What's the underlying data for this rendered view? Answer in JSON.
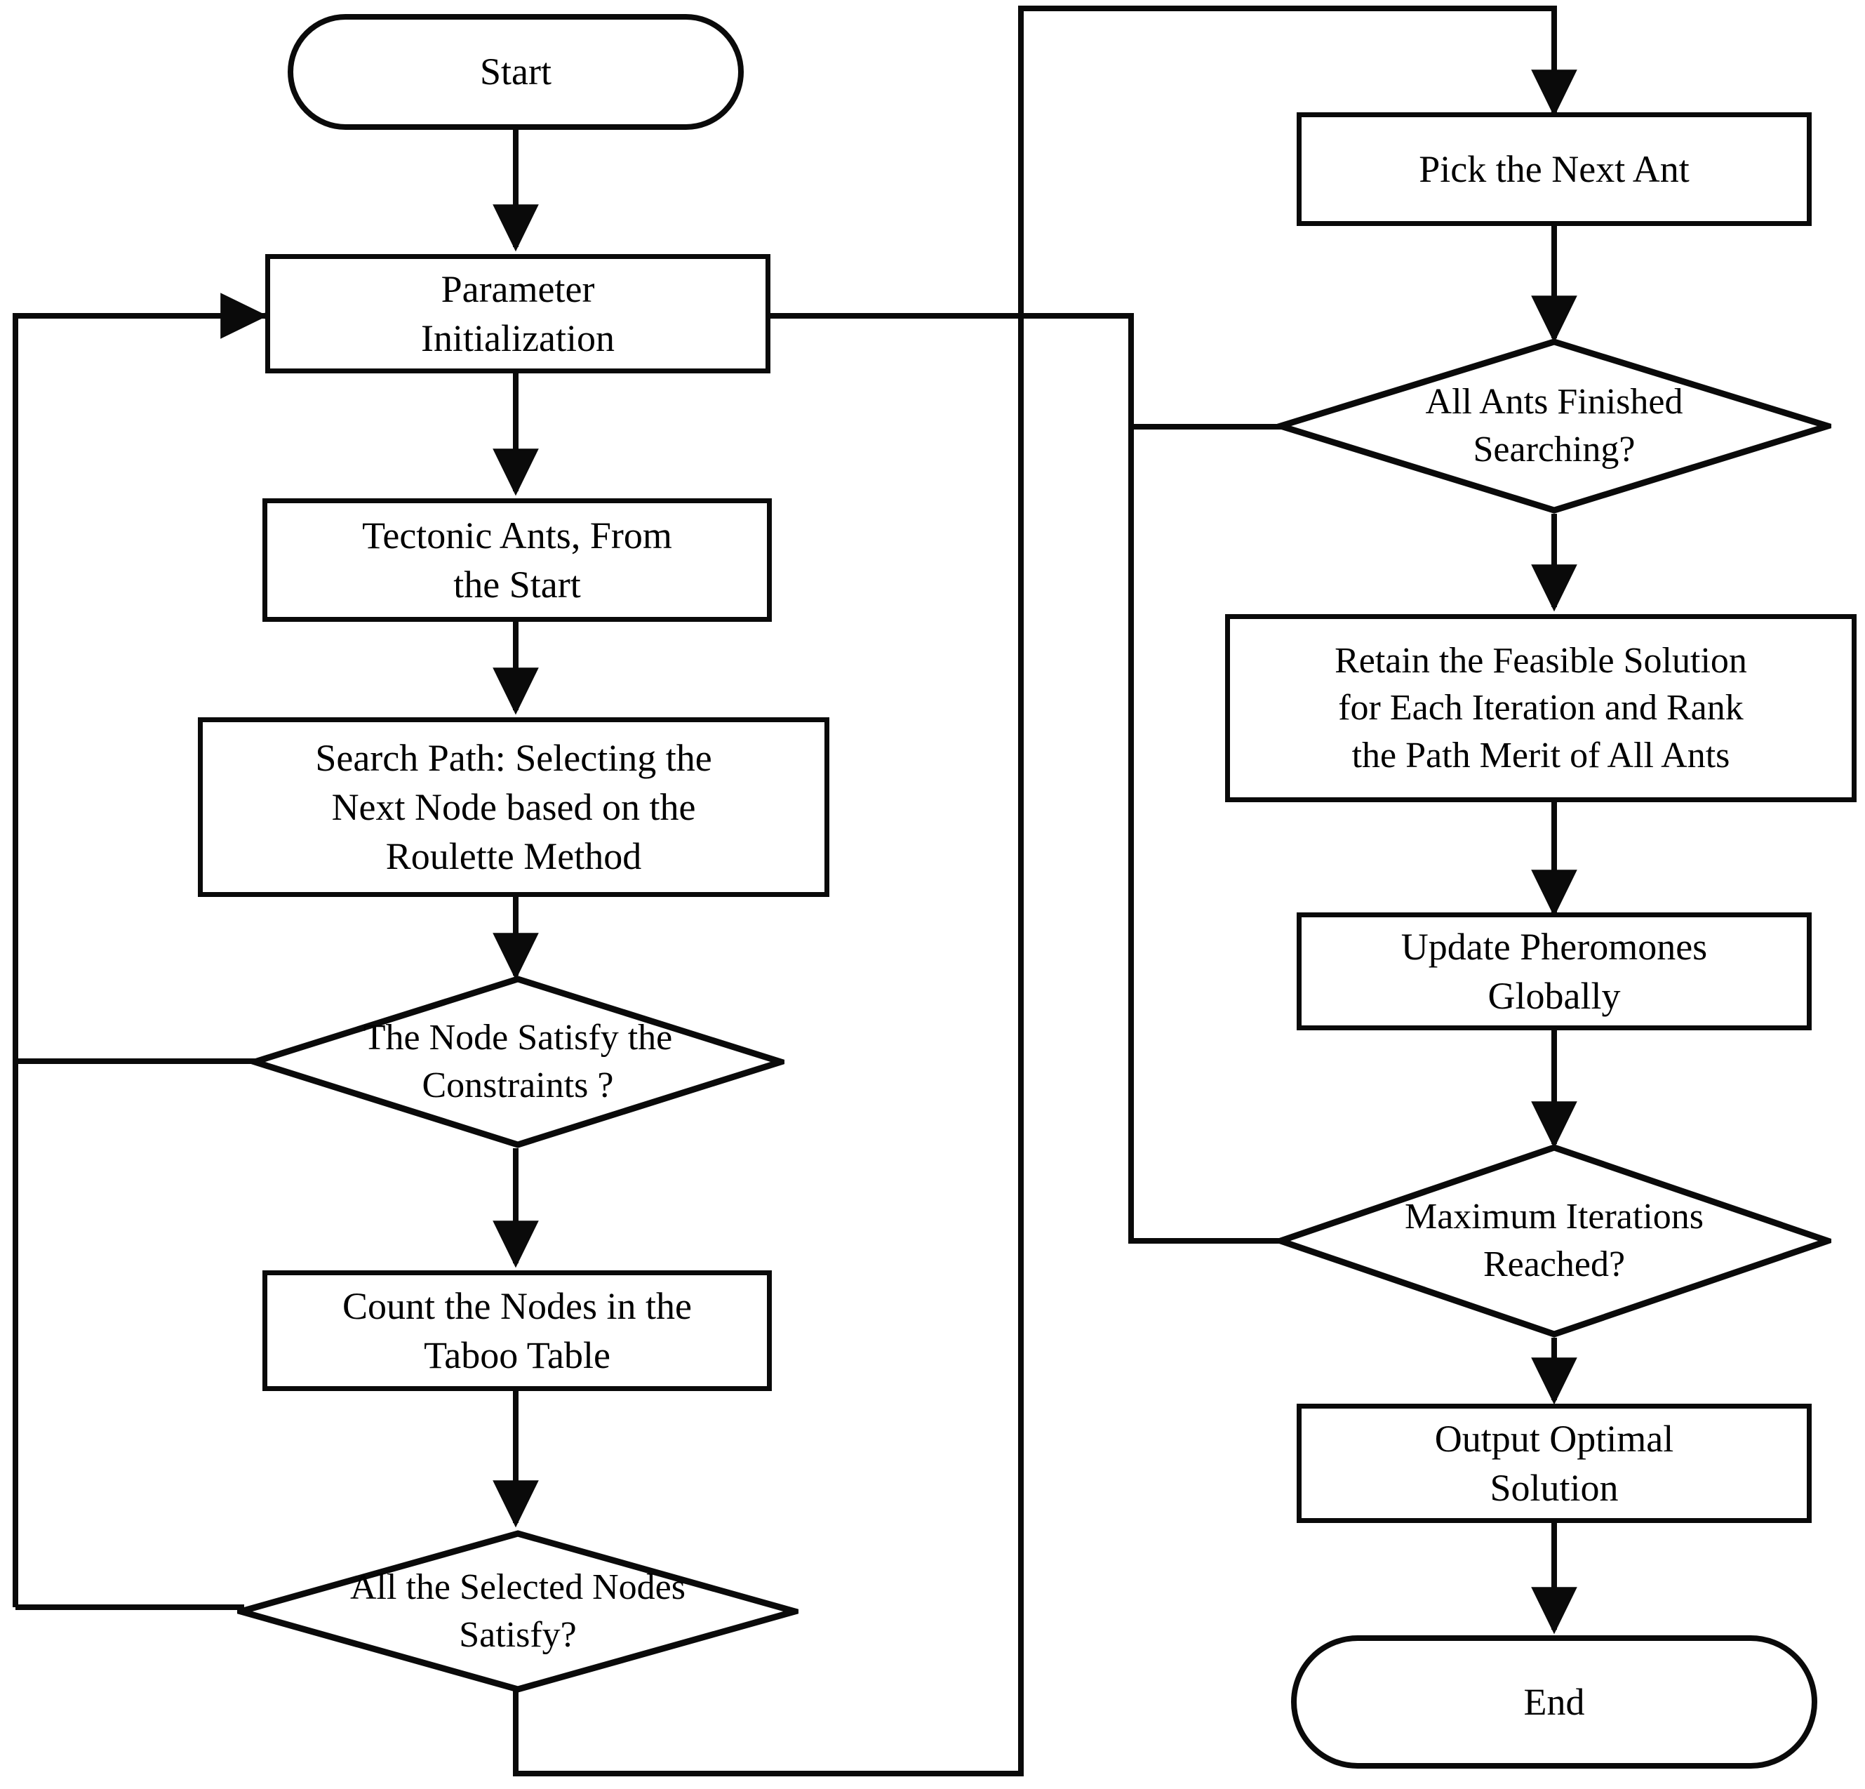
{
  "diagram": {
    "title": "Ant Colony Optimization Algorithm Flowchart",
    "stroke_color": "#0a0a0a",
    "fill_color": "#ffffff",
    "nodes": {
      "start": {
        "text": "Start",
        "shape": "terminator"
      },
      "param_init": {
        "text": "Parameter\nInitialization",
        "shape": "process"
      },
      "tectonic_ants": {
        "text": "Tectonic Ants, From\nthe Start",
        "shape": "process"
      },
      "search_path": {
        "text": "Search Path: Selecting  the\nNext Node based on the\nRoulette Method",
        "shape": "process"
      },
      "node_satisfy": {
        "text": "The Node Satisfy the\nConstraints ?",
        "shape": "decision"
      },
      "count_nodes": {
        "text": "Count the Nodes in  the\nTaboo Table",
        "shape": "process"
      },
      "all_selected": {
        "text": "All  the Selected Nodes\nSatisfy?",
        "shape": "decision"
      },
      "pick_next_ant": {
        "text": "Pick the Next Ant",
        "shape": "process"
      },
      "ants_finished": {
        "text": "All Ants Finished\nSearching?",
        "shape": "decision"
      },
      "retain_solution": {
        "text": "Retain the Feasible Solution\nfor Each Iteration and Rank\nthe Path Merit of All  Ants",
        "shape": "process"
      },
      "update_pheromones": {
        "text": "Update Pheromones\nGlobally",
        "shape": "process"
      },
      "max_iterations": {
        "text": "Maximum Iterations\nReached?",
        "shape": "decision"
      },
      "output_optimal": {
        "text": "Output Optimal\nSolution",
        "shape": "process"
      },
      "end": {
        "text": "End",
        "shape": "terminator"
      }
    },
    "edges": [
      {
        "from": "start",
        "to": "param_init"
      },
      {
        "from": "param_init",
        "to": "tectonic_ants"
      },
      {
        "from": "tectonic_ants",
        "to": "search_path"
      },
      {
        "from": "search_path",
        "to": "node_satisfy"
      },
      {
        "from": "node_satisfy",
        "to": "count_nodes"
      },
      {
        "from": "node_satisfy",
        "to": "param_init"
      },
      {
        "from": "count_nodes",
        "to": "all_selected"
      },
      {
        "from": "all_selected",
        "to": "param_init"
      },
      {
        "from": "all_selected",
        "to": "pick_next_ant"
      },
      {
        "from": "pick_next_ant",
        "to": "ants_finished"
      },
      {
        "from": "ants_finished",
        "to": "retain_solution"
      },
      {
        "from": "ants_finished",
        "to": "param_init"
      },
      {
        "from": "retain_solution",
        "to": "update_pheromones"
      },
      {
        "from": "update_pheromones",
        "to": "max_iterations"
      },
      {
        "from": "max_iterations",
        "to": "param_init"
      },
      {
        "from": "max_iterations",
        "to": "output_optimal"
      },
      {
        "from": "output_optimal",
        "to": "end"
      }
    ]
  }
}
